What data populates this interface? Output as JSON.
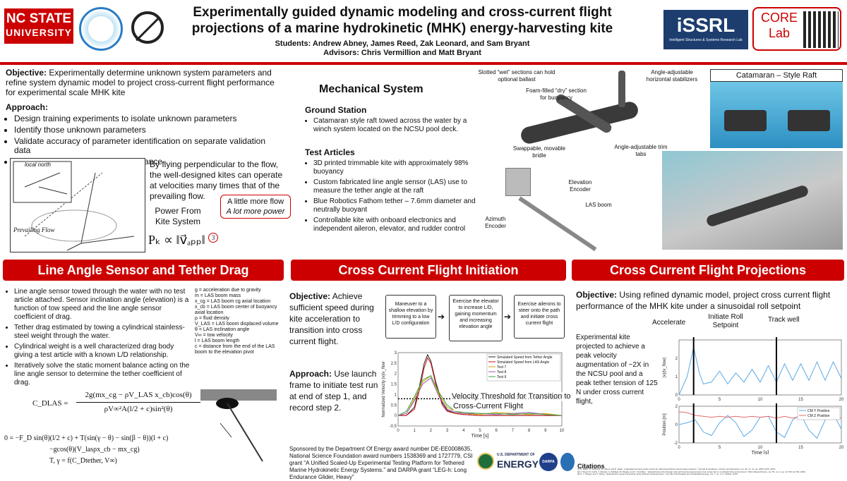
{
  "header": {
    "title_line1": "Experimentally guided dynamic modeling and cross-current flight",
    "title_line2": "projections of a marine hydrokinetic (MHK) energy-harvesting kite",
    "students": "Students: Andrew Abney, James Reed, Zak Leonard, and Sam Bryant",
    "advisors": "Advisors: Chris Vermillion and Matt Bryant",
    "ncsu_line1": "NC STATE",
    "ncsu_line2": "UNIVERSITY",
    "issrl": "iSSRL",
    "issrl_sub": "Intelligent Structures & Systems Research Lab",
    "core_line1": "CORE",
    "core_line2": "Lab"
  },
  "objective": {
    "label": "Objective:",
    "text": "Experimentally determine unknown system parameters and refine system dynamic model to project cross-current flight performance for experimental scale MHK kite",
    "approach_label": "Approach:",
    "approach_items": [
      "Design training experiments to isolate unknown parameters",
      "Identify those unknown parameters",
      "Validate accuracy of parameter identification on separate validation data",
      "Project cross-current flight performance"
    ],
    "flying_text": "By flying perpendicular to the flow, the well-designed kites can operate at velocities many times that of the prevailing flow.",
    "power_label": "Power From Kite System",
    "callout_line1": "A little more flow",
    "callout_line2": "A lot more power",
    "power_eq": "Pₖ ∝ ‖v⃗ₐₚₚ‖",
    "power_exp": "3",
    "diagram_labels": {
      "local_north": "local north",
      "prevailing_flow": "Prevailing Flow"
    }
  },
  "mechanical": {
    "title": "Mechanical System",
    "ground_station_title": "Ground Station",
    "ground_station_items": [
      "Catamaran style raft towed across the water by a winch system located on the NCSU pool deck."
    ],
    "test_articles_title": "Test Articles",
    "test_articles_items": [
      "3D printed trimmable kite with approximately 98% buoyancy",
      "Custom fabricated line angle sensor (LAS) use to measure the tether angle at the raft",
      "Blue Robotics Fathom tether – 7.6mm diameter and neutrally buoyant",
      "Controllable kite with onboard electronics and independent aileron, elevator, and rudder control"
    ],
    "kite_labels": {
      "wet": "Slotted “wet” sections can hold optional ballast",
      "dry": "Foam-filled “dry” section for buoyancy",
      "stabilizers": "Angle-adjustable horizontal stabilizers",
      "bridle": "Swappable, movable bridle",
      "trim": "Angle-adjustable trim tabs"
    },
    "las_labels": {
      "elevation": "Elevation Encoder",
      "boom": "LAS boom",
      "azimuth": "Azimuth Encoder"
    },
    "raft_title": "Catamaran – Style Raft"
  },
  "las_section": {
    "banner": "Line Angle Sensor and Tether Drag",
    "items": [
      "Line angle sensor towed through the water with no test article attached. Sensor inclination angle (elevation) is a function of tow speed and the line angle sensor coefficient of drag.",
      "Tether drag estimated by towing a cylindrical stainless-steel weight through the water.",
      "Cylindrical weight is a well characterized drag body giving a test article with a known L/D relationship.",
      "Iteratively solve the static moment balance acting on the line angle sensor to determine the tether coefficient of drag."
    ],
    "symbols": [
      {
        "sym": "g",
        "def": "= acceleration due to gravity"
      },
      {
        "sym": "m",
        "def": "= LAS boom mass"
      },
      {
        "sym": "x_cg",
        "def": "= LAS boom cg axial location"
      },
      {
        "sym": "x_cb",
        "def": "= LAS boom center of buoyancy axial location"
      },
      {
        "sym": "ρ",
        "def": "= fluid density"
      },
      {
        "sym": "V_LAS",
        "def": "= LAS boom displaced volume"
      },
      {
        "sym": "θ",
        "def": "= LAS inclination angle"
      },
      {
        "sym": "V∞",
        "def": "= tow velocity"
      },
      {
        "sym": "l",
        "def": "= LAS boom length"
      },
      {
        "sym": "c",
        "def": "= distance from the end of the LAS boom to the elevation pivot"
      }
    ],
    "eq1_lhs": "C_DLAS =",
    "eq1_num": "2g(mx_cg − ρV_LAS x_cb)cos(θ)",
    "eq1_den": "ρV∞²A(l/2 + c)sin²(θ)",
    "eq2_line1": "0 = −F_D sin(θ)(l/2 + c) + T(sin(γ − θ) − sin(β − θ))(l + c)",
    "eq2_line2": "−gcos(θ)(V_lasρx_cb − mx_cg)",
    "eq2_line3": "T, γ = f(C_Dtether, V∞)"
  },
  "initiation": {
    "banner": "Cross Current Flight Initiation",
    "objective_label": "Objective:",
    "objective_text": " Achieve sufficient speed during kite acceleration to transition into cross current flight.",
    "approach_label": "Approach:",
    "approach_text": " Use launch frame to initiate test run at end of step 1, and record step 2.",
    "flow_boxes": [
      "Maneuver to a shallow elevation by trimming to a low L/D configuration",
      "Exercise the elevator to increase L/D, gaining momentum and increasing elevation angle",
      "Exercise ailerons to steer onto the path and initiate cross current flight"
    ],
    "threshold_label_1": "Velocity Threshold for Transition to",
    "threshold_label_2": "Cross-Current Flight"
  },
  "projections": {
    "banner": "Cross Current Flight Projections",
    "objective_label": "Objective:",
    "objective_text": " Using refined dynamic model, project cross current flight performance of the MHK kite under a sinusoidal roll setpoint",
    "body": "Experimental kite projected to achieve a peak velocity augmentation of ~2X in the NCSU pool and a peak tether tension of 125 N under cross current flight,",
    "annotations": [
      "Accelerate",
      "Initiate Roll Setpoint",
      "Track well"
    ],
    "citations_title": "Citations",
    "citations": [
      "[1] S. Rapp, R. Schmehl, E. Oland, and R. Haas, “Cascaded pumping cycle control for rigid wing airborne wind energy systems,” Journal of Guidance, Control, and Dynamics, vol. 42, no. 11, pp. 2456–2473, 2019.",
      "[2] J. Reed, M. Cobb, J. Daniels, A. Siddiqui, M. Muglia, and C. Vermillion, “Hierarchical control design and performance assessment of an ocean kite in a turbulent flow environment,” IFAC-PapersOnLine, vol. 53, no. 2, pp. 12 725–12 732, 2020.",
      "[3] S. J. Olinger and Y. Wang, “Hydrokinetic energy harvesting using tethered undersea kites,” Journal of Renewable and Sustainable Energy, vol. 7, no. 4, p. 043114, 2015."
    ]
  },
  "sponsor": {
    "text": "Sponsored by the Department Of Energy award number DE-EE0008635, National Science Foundation award numbers 1538369 and 1727779, CSI grant “A Unified Scaled-Up Experimental Testing Platform for Tethered Marine Hydrokinetic Energy Systems.” and DARPA grant “LEG-h: Long Endurance Glider, Heavy”",
    "energy_logo": "ENERGY",
    "doe_small": "U.S. DEPARTMENT OF",
    "darpa_logo": "DARPA"
  },
  "chart_data": [
    {
      "type": "line",
      "title": "",
      "xlabel": "Time [s]",
      "ylabel": "Normalized Velocity |v|/v_flow",
      "xlim": [
        0,
        10
      ],
      "ylim": [
        -0.5,
        3
      ],
      "xticks": [
        0,
        1,
        2,
        3,
        4,
        5,
        6,
        7,
        8,
        9,
        10
      ],
      "yticks": [
        -0.5,
        0,
        0.5,
        1,
        1.5,
        2,
        2.5,
        3
      ],
      "threshold": 0.8,
      "legend_position": "top-right",
      "series": [
        {
          "name": "Simulated Speed from Tether Angle",
          "color": "#222222",
          "x": [
            0,
            0.5,
            1,
            1.3,
            1.6,
            1.8,
            2,
            2.3,
            2.7,
            3,
            3.5,
            4,
            5,
            6,
            7,
            8,
            9,
            10
          ],
          "y": [
            0,
            0,
            0.4,
            1.4,
            2.5,
            2.9,
            2.6,
            1.6,
            0.6,
            0.25,
            0.1,
            0.05,
            0.0,
            0.0,
            0.0,
            0.0,
            0.0,
            0.0
          ]
        },
        {
          "name": "Simulated Speed from LAS Angle",
          "color": "#cc1111",
          "x": [
            0,
            0.5,
            1,
            1.3,
            1.6,
            1.8,
            2,
            2.3,
            2.7,
            3,
            3.5,
            4,
            5,
            6,
            7,
            8,
            9,
            10
          ],
          "y": [
            0,
            0,
            0.3,
            1.2,
            2.3,
            2.75,
            2.5,
            1.5,
            0.5,
            0.2,
            0.1,
            0.05,
            0.0,
            0.0,
            0.0,
            0.0,
            0.0,
            0.0
          ]
        },
        {
          "name": "Test 7",
          "color": "#d6a200",
          "x": [
            0,
            0.5,
            1,
            1.5,
            2,
            2.5,
            3,
            3.5,
            4,
            5,
            6,
            7,
            8,
            9,
            10
          ],
          "y": [
            0,
            0.1,
            0.8,
            1.6,
            1.9,
            1.0,
            0.4,
            0.2,
            0.1,
            0.05,
            0.15,
            0.1,
            0.05,
            0.1,
            0.0
          ]
        },
        {
          "name": "Test 8",
          "color": "#9b59b6",
          "x": [
            0,
            0.5,
            1,
            1.5,
            2,
            2.5,
            3,
            3.5,
            4,
            5,
            6,
            7,
            8,
            9,
            10
          ],
          "y": [
            0,
            0.1,
            0.7,
            1.5,
            1.8,
            0.9,
            0.3,
            0.15,
            0.1,
            0.1,
            0.05,
            0.1,
            0.15,
            0.05,
            0.0
          ]
        },
        {
          "name": "Test 9",
          "color": "#3aa845",
          "x": [
            0,
            0.5,
            1,
            1.5,
            2,
            2.5,
            3,
            3.5,
            4,
            5,
            6,
            7,
            8,
            9,
            10
          ],
          "y": [
            0,
            0.2,
            0.9,
            1.7,
            1.9,
            1.1,
            0.5,
            0.2,
            0.15,
            0.1,
            0.1,
            0.05,
            0.1,
            0.05,
            0.0
          ]
        }
      ]
    },
    {
      "type": "line",
      "xlabel": "",
      "ylabel": "|v|/|v_flow|",
      "xlim": [
        0,
        20
      ],
      "ylim": [
        0,
        3
      ],
      "yticks": [
        0,
        1,
        2
      ],
      "xticks": [
        0,
        5,
        10,
        15,
        20
      ],
      "series": [
        {
          "name": "",
          "color": "#5aa9e6",
          "x": [
            0,
            1,
            1.8,
            2.5,
            3,
            4,
            5,
            6,
            7,
            8,
            9,
            10,
            11,
            12,
            13,
            14,
            15,
            16,
            17,
            18,
            19,
            20
          ],
          "y": [
            0,
            1.0,
            2.6,
            1.2,
            0.6,
            0.7,
            1.3,
            0.6,
            1.2,
            0.7,
            1.4,
            0.7,
            1.6,
            0.7,
            1.7,
            0.8,
            1.7,
            0.8,
            1.8,
            0.8,
            1.8,
            0.9
          ]
        }
      ]
    },
    {
      "type": "line",
      "xlabel": "Time [s]",
      "ylabel": "Position [m]",
      "xlim": [
        0,
        20
      ],
      "ylim": [
        -2,
        2
      ],
      "yticks": [
        -2,
        0,
        2
      ],
      "xticks": [
        0,
        5,
        10,
        15,
        20
      ],
      "legend_position": "top-right",
      "series": [
        {
          "name": "CM Y Position",
          "color": "#5aa9e6",
          "x": [
            0,
            1,
            2,
            3,
            4,
            5,
            6,
            7,
            8,
            9,
            10,
            11,
            12,
            13,
            14,
            15,
            16,
            17,
            18,
            19,
            20
          ],
          "y": [
            0,
            0.2,
            0.5,
            -0.8,
            -1.2,
            0.2,
            1.0,
            0.2,
            -1.3,
            -0.6,
            0.8,
            0.9,
            -0.8,
            -1.4,
            0.5,
            1.1,
            -0.6,
            -1.5,
            0.5,
            1.2,
            -0.5
          ]
        },
        {
          "name": "CM Z Position",
          "color": "#e06b6b",
          "x": [
            0,
            1,
            2,
            3,
            4,
            5,
            6,
            7,
            8,
            9,
            10,
            11,
            12,
            13,
            14,
            15,
            16,
            17,
            18,
            19,
            20
          ],
          "y": [
            1.4,
            1.3,
            1.0,
            0.9,
            0.8,
            0.9,
            0.8,
            0.9,
            0.8,
            0.9,
            0.8,
            0.9,
            0.7,
            0.9,
            0.7,
            0.9,
            0.7,
            0.9,
            0.7,
            0.9,
            0.7
          ]
        }
      ]
    }
  ]
}
